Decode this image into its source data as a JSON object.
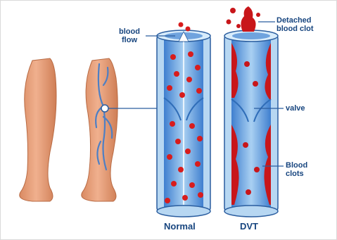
{
  "labels": {
    "blood_flow": "blood\nflow",
    "detached_clot": "Detached\nblood clot",
    "valve": "valve",
    "blood_clots": "Blood\nclots",
    "normal": "Normal",
    "dvt": "DVT"
  },
  "colors": {
    "skin": "#e8a37e",
    "skin_dark": "#c9754d",
    "vein_wall": "#9fc6ea",
    "vein_inner": "#6fa3de",
    "blood_cell": "#d81c1c",
    "clot": "#c8161a",
    "label_text": "#17457f",
    "leader_line": "#2a5d9f"
  }
}
